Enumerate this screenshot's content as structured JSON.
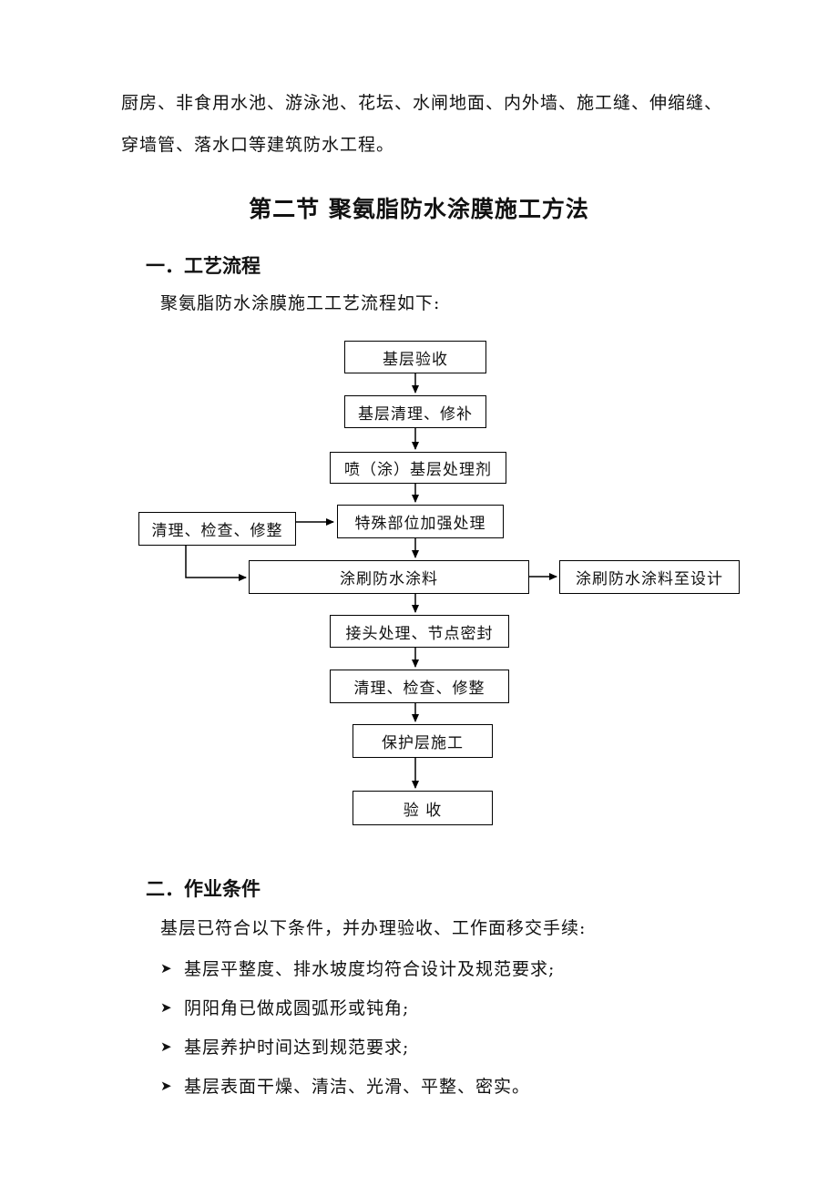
{
  "intro_paragraph": {
    "line1": "厨房、非食用水池、游泳池、花坛、水闸地面、内外墙、施工缝、伸缩缝、",
    "line2": "穿墙管、落水口等建筑防水工程。"
  },
  "section_title": "第二节  聚氨脂防水涂膜施工方法",
  "part1": {
    "title": "一．工艺流程",
    "intro": "聚氨脂防水涂膜施工工艺流程如下:"
  },
  "flowchart": {
    "step1": "基层验收",
    "step2": "基层清理、修补",
    "step3": "喷（涂）基层处理剂",
    "step4": "特殊部位加强处理",
    "side_left": "清理、检查、修整",
    "step5": "涂刷防水涂料",
    "side_right": "涂刷防水涂料至设计",
    "step6": "接头处理、节点密封",
    "step7": "清理、检查、修整",
    "step8": "保护层施工",
    "step9": "验  收"
  },
  "part2": {
    "title": "二．作业条件",
    "intro": "基层已符合以下条件，并办理验收、工作面移交手续:",
    "bullet_icon": "arrowhead-bullet-icon",
    "bullets": [
      "基层平整度、排水坡度均符合设计及规范要求;",
      "阴阳角已做成圆弧形或钝角;",
      "基层养护时间达到规范要求;",
      "基层表面干燥、清洁、光滑、平整、密实。"
    ]
  }
}
